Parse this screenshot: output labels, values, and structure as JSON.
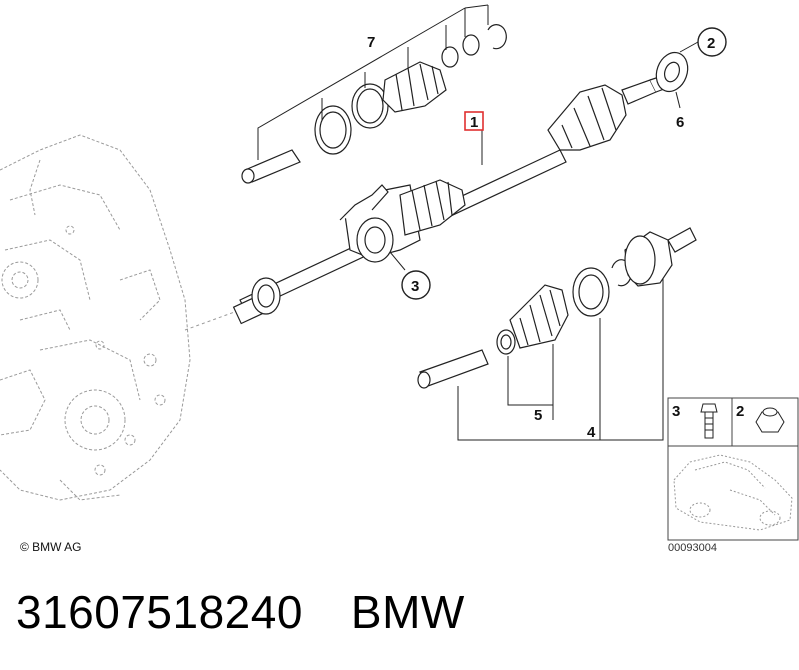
{
  "labels": {
    "part_1": "1",
    "part_2": "2",
    "part_3": "3",
    "part_4": "4",
    "part_5": "5",
    "part_6": "6",
    "part_7": "7",
    "inset_3": "3",
    "inset_2": "2"
  },
  "copyright": "© BMW AG",
  "diagram_code": "00093004",
  "footer": {
    "part_number": "31607518240",
    "brand": "BMW"
  },
  "colors": {
    "highlight": "#e03030",
    "line": "#222222",
    "transmission": "#9a9a9a"
  }
}
